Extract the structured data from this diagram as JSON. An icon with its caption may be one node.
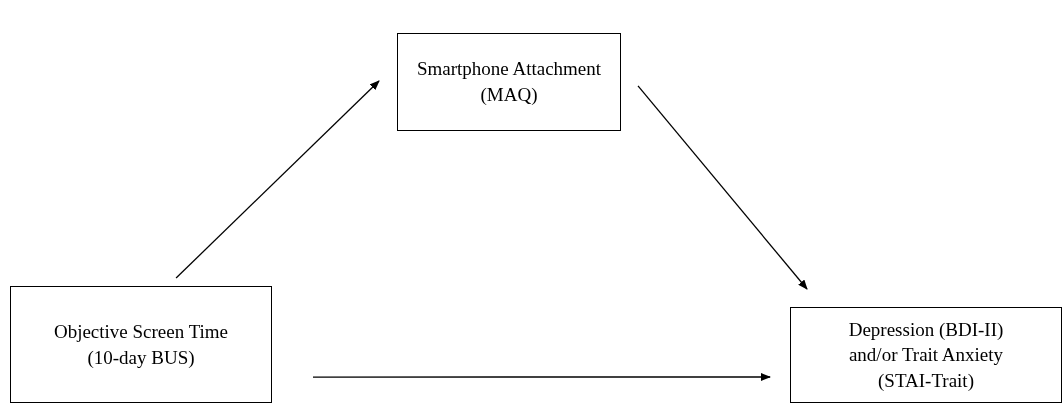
{
  "diagram": {
    "nodes": [
      {
        "text": [
          "Smartphone Attachment (MAQ)"
        ]
      },
      {
        "text": [
          "Objective Screen Time (10-day BUS)"
        ]
      },
      {
        "text": [
          "Depression (BDI-II) and/or Trait Anxiety (STAI-Trait)"
        ]
      }
    ],
    "edges": [
      {
        "from": 1,
        "to": 0,
        "arrow": "to"
      },
      {
        "from": 0,
        "to": 2,
        "arrow": "to"
      },
      {
        "from": 1,
        "to": 2,
        "arrow": "to"
      }
    ]
  }
}
